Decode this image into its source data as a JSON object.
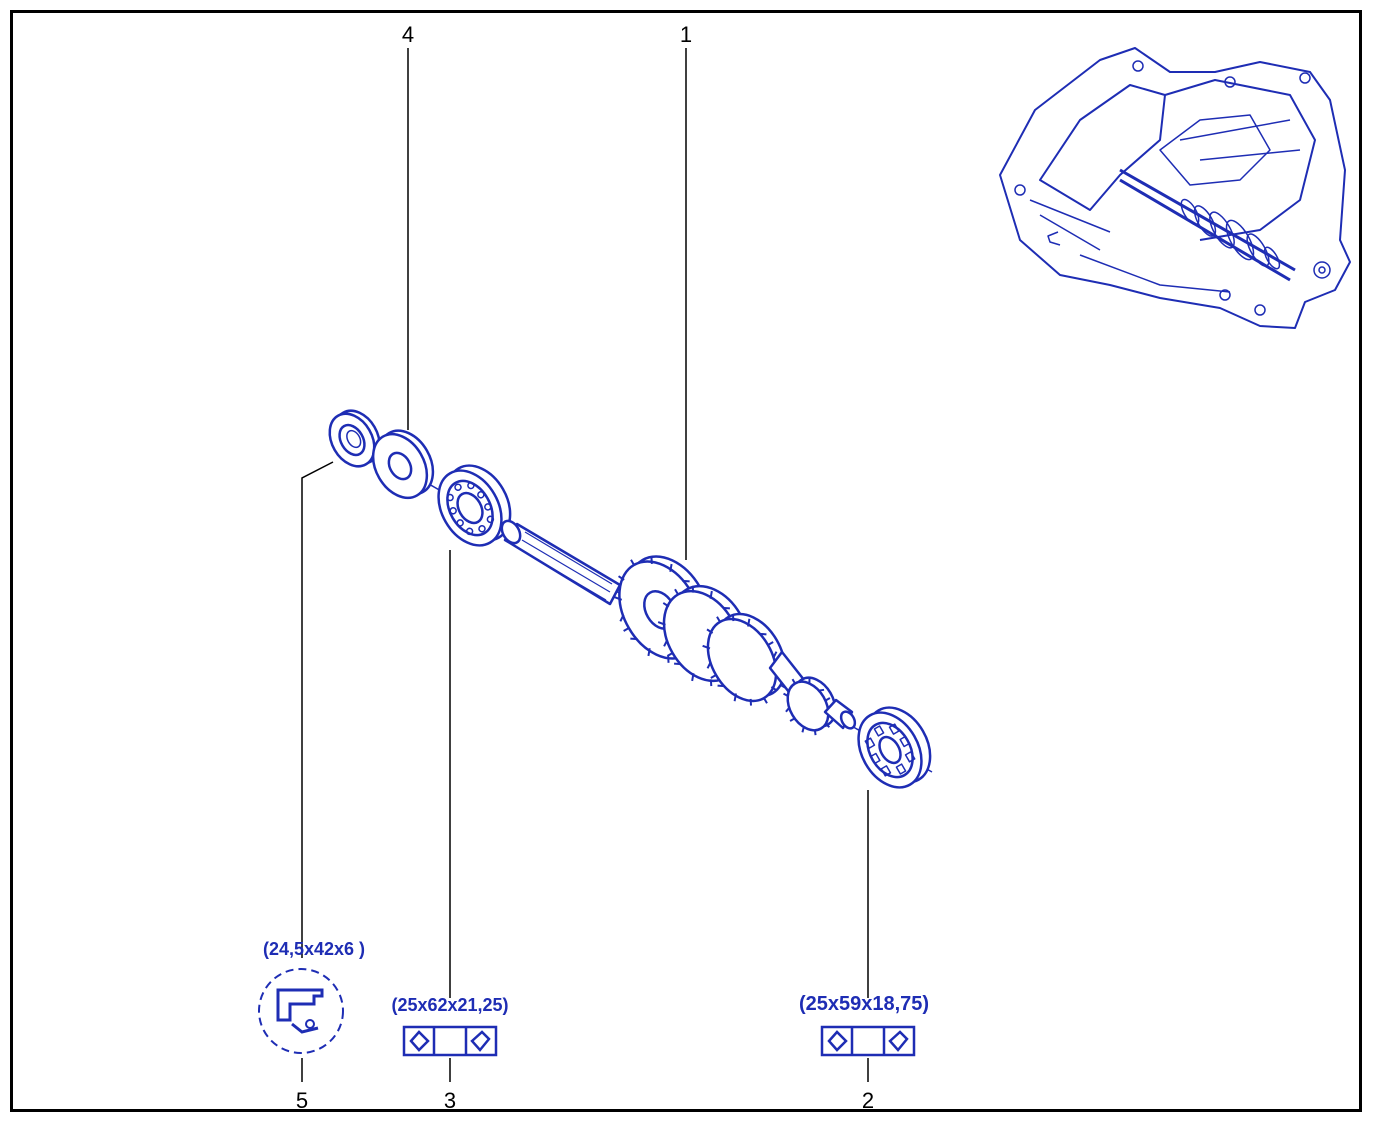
{
  "colors": {
    "ink": "#1e2db4",
    "leader": "#000000",
    "frame": "#000000"
  },
  "callouts": {
    "c1": "1",
    "c2": "2",
    "c3": "3",
    "c4": "4",
    "c5": "5"
  },
  "dimensions": {
    "seal": "(24,5x42x6 )",
    "bearing_3": "(25x62x21,25)",
    "bearing_2": "(25x59x18,75)"
  },
  "icons": {
    "seal": "oil-seal-icon",
    "bearing_3": "tapered-bearing-icon",
    "bearing_2": "tapered-bearing-icon",
    "assembly": "gearbox-assembly-icon"
  }
}
